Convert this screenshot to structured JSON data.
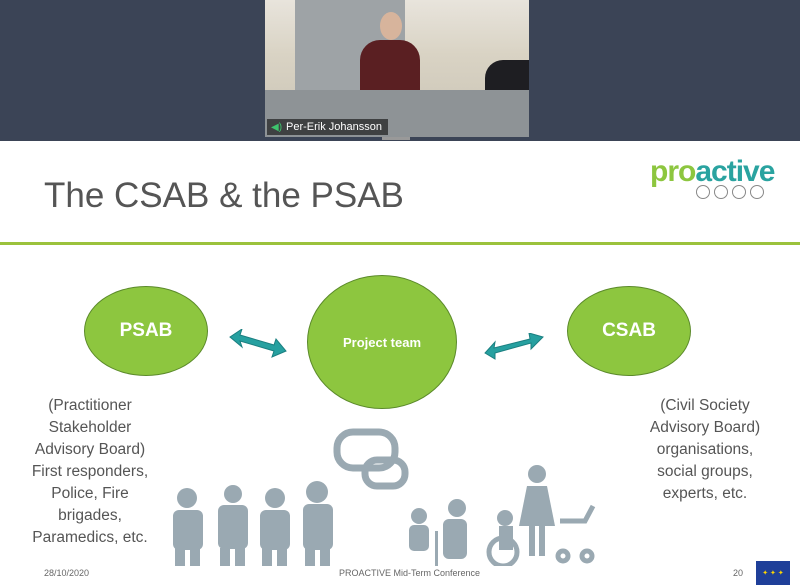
{
  "video": {
    "participant_name": "Per-Erik Johansson",
    "speaker_icon": "speaker-icon"
  },
  "slide": {
    "title": "The CSAB & the PSAB",
    "logo_text": "proactive",
    "nodes": {
      "psab": "PSAB",
      "project_team": "Project team",
      "csab": "CSAB"
    },
    "psab_description": [
      "(Practitioner",
      "Stakeholder",
      "Advisory Board)",
      "First responders,",
      "Police, Fire",
      "brigades,",
      "Paramedics, etc."
    ],
    "csab_description": [
      "(Civil Society",
      "Advisory Board)",
      "organisations,",
      "social groups,",
      "experts, etc."
    ],
    "footer": {
      "date": "28/10/2020",
      "conference": "PROACTIVE Mid-Term Conference",
      "page": "20"
    },
    "colors": {
      "green": "#8dc63f",
      "teal": "#26a0a0",
      "rule": "#9bc23c"
    }
  }
}
